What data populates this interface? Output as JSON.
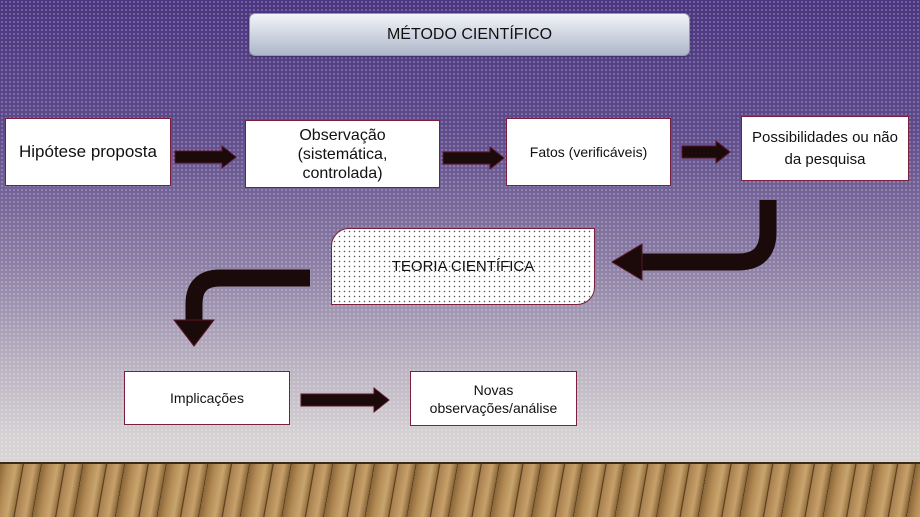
{
  "title": "MÉTODO CIENTÍFICO",
  "nodes": {
    "hipotese": "Hipótese proposta",
    "observacao": "Observação (sistemática, controlada)",
    "fatos": "Fatos (verificáveis)",
    "possibilidades": "Possibilidades ou não da pesquisa",
    "teoria": "TEORIA CIENTÍFICA",
    "implicacoes": "Implicações",
    "novas": "Novas observações/análise"
  },
  "colors": {
    "border": "#7a1f3d",
    "arrow": "#1a0a0a"
  }
}
